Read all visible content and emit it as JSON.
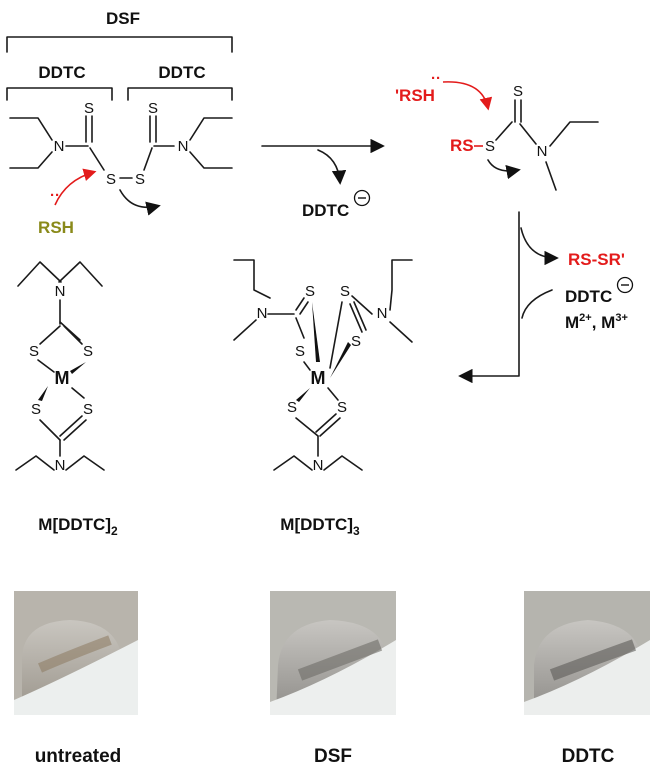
{
  "labels": {
    "dsf": "DSF",
    "ddtc_left": "DDTC",
    "ddtc_right": "DDTC",
    "rsh": "RSH",
    "rsh_prime": "'RSH",
    "ddtc_released": "DDTC",
    "rs_part": "RS",
    "rs_sr": "RS-SR'",
    "ddtc_reagent": "DDTC",
    "metals": "M2+, M3+",
    "complex2_name": "M[DDTC]",
    "complex2_sub": "2",
    "complex3_name": "M[DDTC]",
    "complex3_sub": "3"
  },
  "atoms": {
    "S": "S",
    "N": "N",
    "M": "M"
  },
  "photos": [
    {
      "label": "untreated"
    },
    {
      "label": "DSF"
    },
    {
      "label": "DDTC"
    }
  ],
  "colors": {
    "red": "#e31b1b",
    "olive": "#8a8a1a"
  }
}
